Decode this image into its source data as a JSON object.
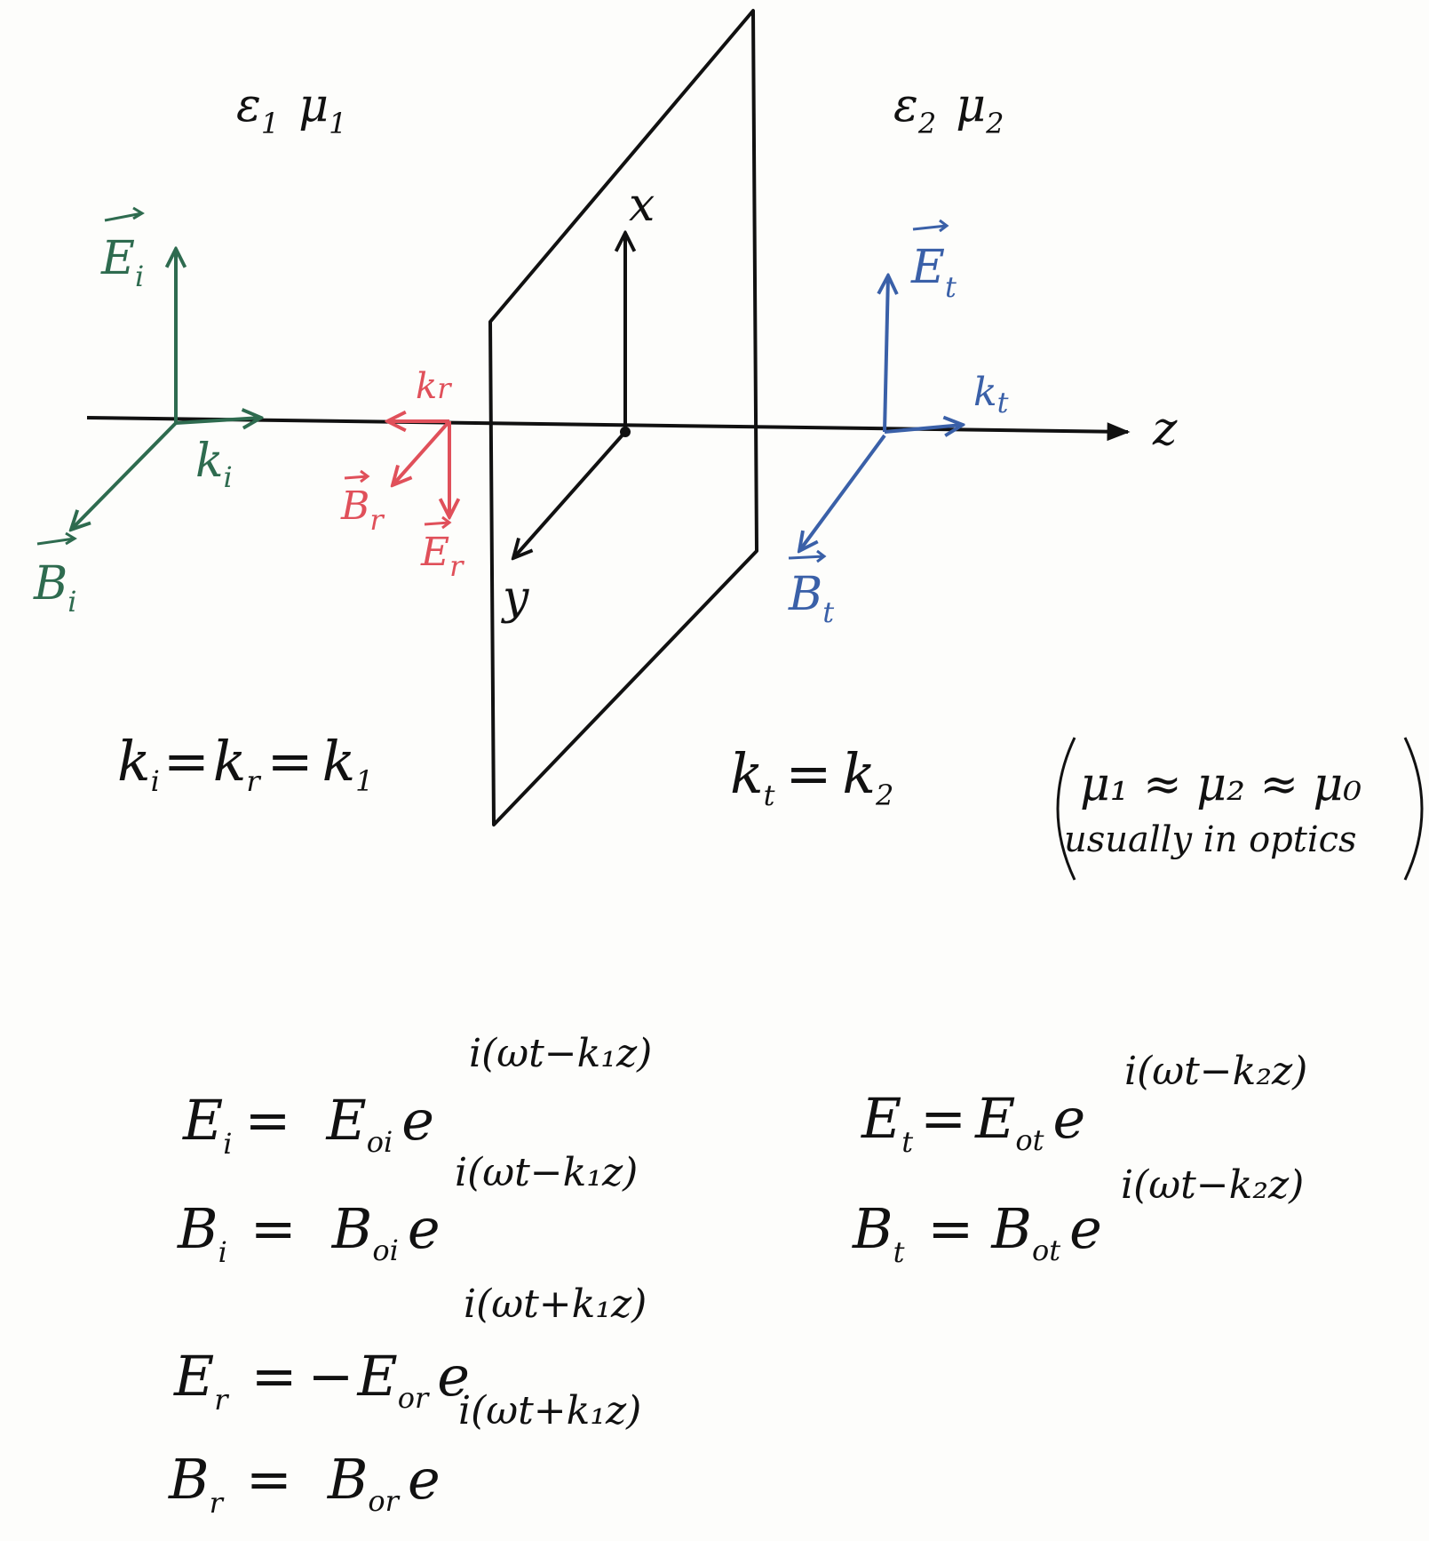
{
  "medium_left": {
    "eps": "ε",
    "eps_sub": "1",
    "mu": "μ",
    "mu_sub": "1"
  },
  "medium_right": {
    "eps": "ε",
    "eps_sub": "2",
    "mu": "μ",
    "mu_sub": "2"
  },
  "axes": {
    "x": "x",
    "y": "y",
    "z": "z"
  },
  "colors": {
    "incident": "#2e6b4f",
    "reflected": "#e0505a",
    "transmitted": "#3a60a8",
    "ink": "#111111"
  },
  "incident": {
    "E": "E",
    "E_sub": "i",
    "B": "B",
    "B_sub": "i",
    "k": "k",
    "k_sub": "i"
  },
  "reflected": {
    "E": "E",
    "E_sub": "r",
    "B": "B",
    "B_sub": "r",
    "k": "k",
    "k_sub": "r"
  },
  "transmitted": {
    "E": "E",
    "E_sub": "t",
    "B": "B",
    "B_sub": "t",
    "k": "k",
    "k_sub": "t"
  },
  "relations": {
    "left": {
      "a": "k",
      "a_sub": "i",
      "eq1": "=",
      "b": "k",
      "b_sub": "r",
      "eq2": "=",
      "c": "k",
      "c_sub": "1"
    },
    "right": {
      "a": "k",
      "a_sub": "t",
      "eq": "=",
      "b": "k",
      "b_sub": "2"
    }
  },
  "note": {
    "line1": "μ₁ ≈ μ₂ ≈ μ₀",
    "line2": "usually in optics"
  },
  "equations": [
    {
      "lhs": "E",
      "lhs_sub": "i",
      "eq": "=",
      "sign": "",
      "amp": "E",
      "amp_sub": "oi",
      "base": "e",
      "exp": "i(ωt−k₁z)"
    },
    {
      "lhs": "B",
      "lhs_sub": "i",
      "eq": "=",
      "sign": "",
      "amp": "B",
      "amp_sub": "oi",
      "base": "e",
      "exp": "i(ωt−k₁z)"
    },
    {
      "lhs": "E",
      "lhs_sub": "r",
      "eq": "=",
      "sign": "−",
      "amp": "E",
      "amp_sub": "or",
      "base": "e",
      "exp": "i(ωt+k₁z)"
    },
    {
      "lhs": "B",
      "lhs_sub": "r",
      "eq": "=",
      "sign": "",
      "amp": "B",
      "amp_sub": "or",
      "base": "e",
      "exp": "i(ωt+k₁z)"
    },
    {
      "lhs": "E",
      "lhs_sub": "t",
      "eq": "=",
      "sign": "",
      "amp": "E",
      "amp_sub": "ot",
      "base": "e",
      "exp": "i(ωt−k₂z)"
    },
    {
      "lhs": "B",
      "lhs_sub": "t",
      "eq": "=",
      "sign": "",
      "amp": "B",
      "amp_sub": "ot",
      "base": "e",
      "exp": "i(ωt−k₂z)"
    }
  ]
}
